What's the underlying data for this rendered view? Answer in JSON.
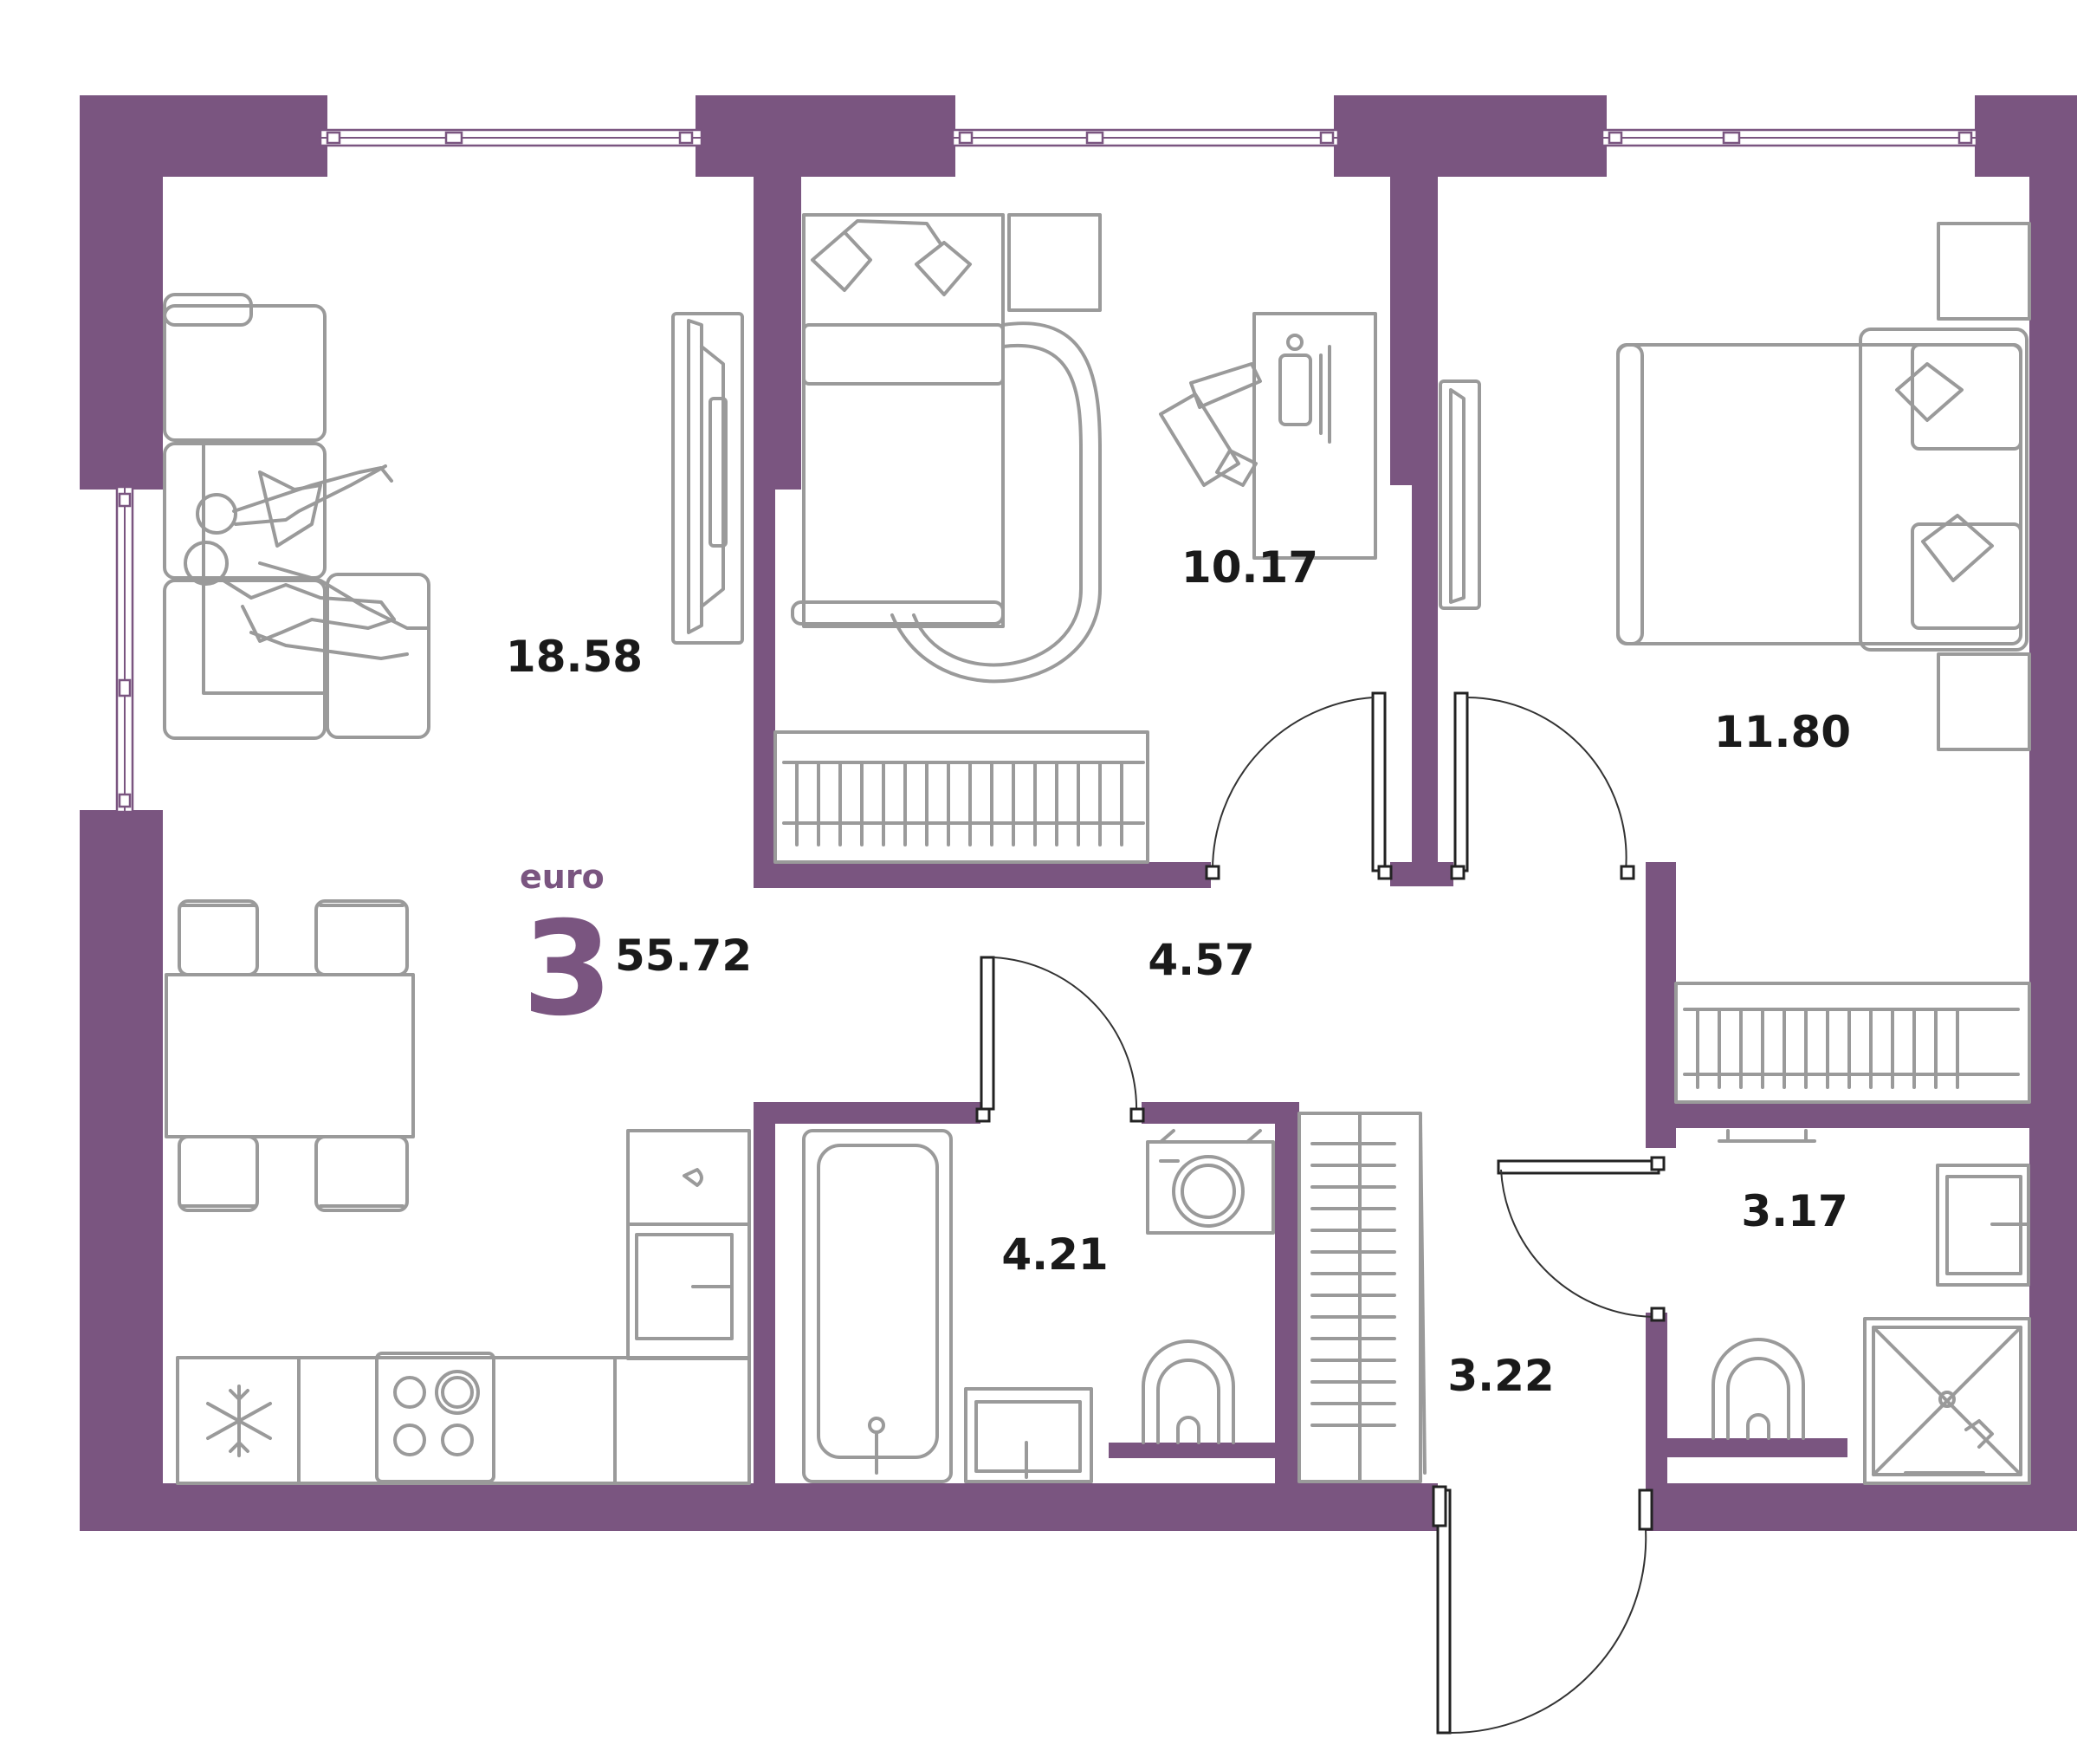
{
  "apartment": {
    "type_label": "euro",
    "rooms": "3",
    "total_area": "55.72"
  },
  "rooms": [
    {
      "id": "living-kitchen",
      "area": "18.58"
    },
    {
      "id": "bedroom-1",
      "area": "10.17"
    },
    {
      "id": "bedroom-2",
      "area": "11.80"
    },
    {
      "id": "hallway",
      "area": "4.57"
    },
    {
      "id": "bathroom",
      "area": "4.21"
    },
    {
      "id": "entrance",
      "area": "3.22"
    },
    {
      "id": "shower-room",
      "area": "3.17"
    }
  ],
  "colors": {
    "wall": "#7a5580",
    "furniture": "#9a9a9a",
    "text": "#1a1a1a"
  }
}
